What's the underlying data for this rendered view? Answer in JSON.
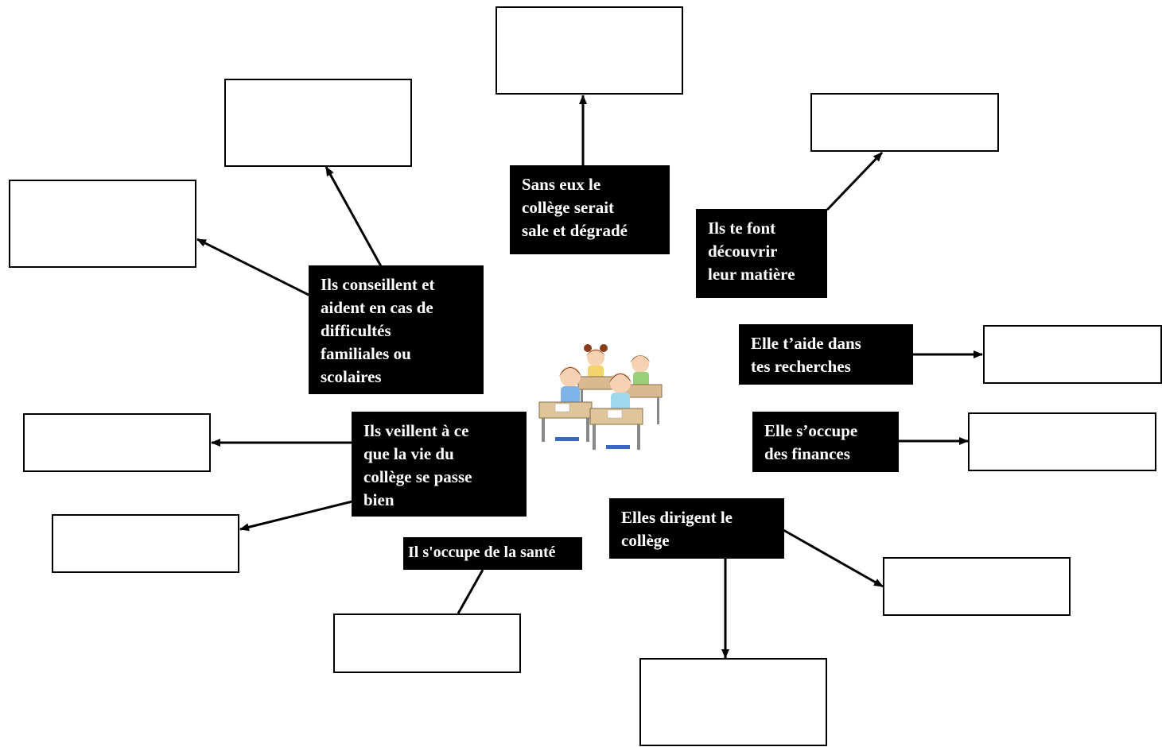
{
  "clues": {
    "proprete": "Sans eux le\ncollège serait\nsale et dégradé",
    "professeurs": "Ils te font\ndécouvrir\nleur matière",
    "conseil": "Ils conseillent et\naident en cas de\ndifficultés\nfamiliales ou\nscolaires",
    "documentaliste": "Elle t’aide dans\ntes recherches",
    "finances": "Elle s’occupe\ndes finances",
    "vie_scolaire": "Ils veillent à ce\nque la vie du\ncollège se passe\nbien",
    "direction": "Elles dirigent le\ncollège",
    "sante": "Il s'occupe de la santé"
  },
  "answers": {
    "proprete": "",
    "professeurs": "",
    "conseil_1": "",
    "conseil_2": "",
    "documentaliste": "",
    "finances": "",
    "vie_scolaire_1": "",
    "vie_scolaire_2": "",
    "sante": "",
    "direction_1": "",
    "direction_2": ""
  },
  "colors": {
    "clue_bg": "#000000",
    "clue_text": "#ffffff",
    "box_border": "#000000"
  },
  "illustration": "students-at-desks-icon"
}
